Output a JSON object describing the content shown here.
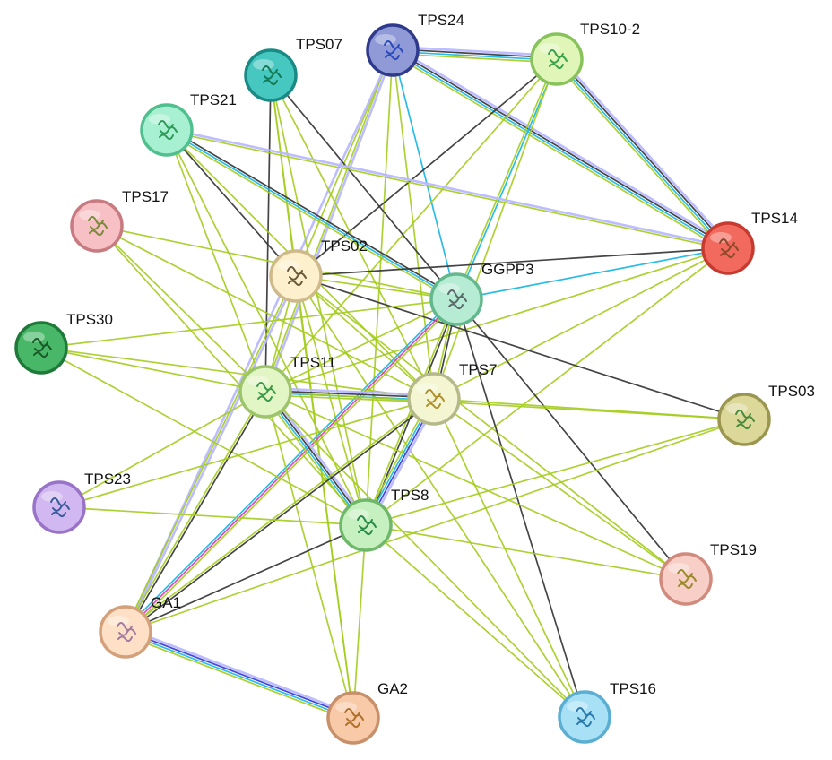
{
  "nodes": [
    {
      "id": "TPS24",
      "label": "TPS24",
      "fill": "#8f9ad6",
      "stroke": "#2f3a8c",
      "glyph": "#2a4bbf"
    },
    {
      "id": "TPS10-2",
      "label": "TPS10-2",
      "fill": "#dff6b8",
      "stroke": "#88c25a",
      "glyph": "#3aa04a"
    },
    {
      "id": "TPS07",
      "label": "TPS07",
      "fill": "#46c8c0",
      "stroke": "#1a8a84",
      "glyph": "#137a55"
    },
    {
      "id": "TPS21",
      "label": "TPS21",
      "fill": "#a8f0d2",
      "stroke": "#4fbf8e",
      "glyph": "#2f9a5a"
    },
    {
      "id": "TPS17",
      "label": "TPS17",
      "fill": "#f6c0c4",
      "stroke": "#c77a7f",
      "glyph": "#7a8a3a"
    },
    {
      "id": "TPS14",
      "label": "TPS14",
      "fill": "#f26a5e",
      "stroke": "#c73a30",
      "glyph": "#8a4a2a"
    },
    {
      "id": "TPS02",
      "label": "TPS02",
      "fill": "#fdf0cc",
      "stroke": "#cdb98a",
      "glyph": "#6a5a3a"
    },
    {
      "id": "GGPP3",
      "label": "GGPP3",
      "fill": "#b5ecd3",
      "stroke": "#63b88d",
      "glyph": "#5a6a6a"
    },
    {
      "id": "TPS30",
      "label": "TPS30",
      "fill": "#48b868",
      "stroke": "#1f7a3a",
      "glyph": "#1a5a2a"
    },
    {
      "id": "TPS11",
      "label": "TPS11",
      "fill": "#e2f5c4",
      "stroke": "#9cc46a",
      "glyph": "#3a9a4a"
    },
    {
      "id": "TPS7",
      "label": "TPS7",
      "fill": "#f4f6d2",
      "stroke": "#b4b88a",
      "glyph": "#b0902a"
    },
    {
      "id": "TPS03",
      "label": "TPS03",
      "fill": "#dcd89a",
      "stroke": "#9a9650",
      "glyph": "#4a8a3a"
    },
    {
      "id": "TPS23",
      "label": "TPS23",
      "fill": "#d2b8f0",
      "stroke": "#9a72c8",
      "glyph": "#3a5a9a"
    },
    {
      "id": "TPS8",
      "label": "TPS8",
      "fill": "#c6f0c0",
      "stroke": "#6fb86a",
      "glyph": "#2a8a4a"
    },
    {
      "id": "TPS19",
      "label": "TPS19",
      "fill": "#f8cfc6",
      "stroke": "#d08a7e",
      "glyph": "#9a8a2a"
    },
    {
      "id": "GA1",
      "label": "GA1",
      "fill": "#fde0c6",
      "stroke": "#d4a07a",
      "glyph": "#a07aa0"
    },
    {
      "id": "GA2",
      "label": "GA2",
      "fill": "#f8caa8",
      "stroke": "#c8906a",
      "glyph": "#b0702a"
    },
    {
      "id": "TPS16",
      "label": "TPS16",
      "fill": "#a8e0f6",
      "stroke": "#5aaed2",
      "glyph": "#2a7aaa"
    }
  ],
  "edge_colors": {
    "green": "#a4cc1e",
    "black": "#3b3b3b",
    "cyan": "#1fb8e6",
    "lavender": "#b8b8ff",
    "blue": "#3b3bd6",
    "magenta": "#e040b8"
  },
  "edges": [
    {
      "a": "TPS24",
      "b": "TPS14",
      "types": [
        "lavender",
        "black",
        "cyan",
        "green"
      ]
    },
    {
      "a": "TPS24",
      "b": "TPS10-2",
      "types": [
        "lavender",
        "black",
        "cyan",
        "green"
      ]
    },
    {
      "a": "TPS24",
      "b": "GGPP3",
      "types": [
        "cyan"
      ]
    },
    {
      "a": "TPS24",
      "b": "TPS11",
      "types": [
        "lavender",
        "green"
      ]
    },
    {
      "a": "TPS24",
      "b": "TPS02",
      "types": [
        "green"
      ]
    },
    {
      "a": "TPS24",
      "b": "TPS7",
      "types": [
        "green"
      ]
    },
    {
      "a": "TPS24",
      "b": "TPS8",
      "types": [
        "green"
      ]
    },
    {
      "a": "TPS24",
      "b": "GA1",
      "types": [
        "lavender"
      ]
    },
    {
      "a": "TPS10-2",
      "b": "TPS14",
      "types": [
        "lavender",
        "black",
        "cyan",
        "green"
      ]
    },
    {
      "a": "TPS10-2",
      "b": "TPS02",
      "types": [
        "black"
      ]
    },
    {
      "a": "TPS10-2",
      "b": "GGPP3",
      "types": [
        "cyan",
        "green"
      ]
    },
    {
      "a": "TPS10-2",
      "b": "TPS11",
      "types": [
        "green"
      ]
    },
    {
      "a": "TPS10-2",
      "b": "TPS7",
      "types": [
        "green"
      ]
    },
    {
      "a": "TPS07",
      "b": "TPS11",
      "types": [
        "black"
      ]
    },
    {
      "a": "TPS07",
      "b": "GGPP3",
      "types": [
        "black"
      ]
    },
    {
      "a": "TPS07",
      "b": "TPS7",
      "types": [
        "green"
      ]
    },
    {
      "a": "TPS07",
      "b": "TPS8",
      "types": [
        "green"
      ]
    },
    {
      "a": "TPS07",
      "b": "TPS02",
      "types": [
        "green"
      ]
    },
    {
      "a": "TPS07",
      "b": "GA2",
      "types": [
        "green"
      ]
    },
    {
      "a": "TPS21",
      "b": "TPS14",
      "types": [
        "lavender",
        "green"
      ]
    },
    {
      "a": "TPS21",
      "b": "GGPP3",
      "types": [
        "black",
        "cyan",
        "green"
      ]
    },
    {
      "a": "TPS21",
      "b": "TPS02",
      "types": [
        "black"
      ]
    },
    {
      "a": "TPS21",
      "b": "TPS11",
      "types": [
        "green"
      ]
    },
    {
      "a": "TPS21",
      "b": "TPS7",
      "types": [
        "green"
      ]
    },
    {
      "a": "TPS21",
      "b": "TPS8",
      "types": [
        "green"
      ]
    },
    {
      "a": "TPS17",
      "b": "TPS11",
      "types": [
        "green"
      ]
    },
    {
      "a": "TPS17",
      "b": "TPS7",
      "types": [
        "green"
      ]
    },
    {
      "a": "TPS17",
      "b": "TPS8",
      "types": [
        "green"
      ]
    },
    {
      "a": "TPS17",
      "b": "GGPP3",
      "types": [
        "green"
      ]
    },
    {
      "a": "TPS14",
      "b": "TPS02",
      "types": [
        "black"
      ]
    },
    {
      "a": "TPS14",
      "b": "GGPP3",
      "types": [
        "cyan"
      ]
    },
    {
      "a": "TPS14",
      "b": "TPS11",
      "types": [
        "green"
      ]
    },
    {
      "a": "TPS14",
      "b": "TPS7",
      "types": [
        "green"
      ]
    },
    {
      "a": "TPS14",
      "b": "TPS8",
      "types": [
        "green"
      ]
    },
    {
      "a": "TPS02",
      "b": "GGPP3",
      "types": [
        "green"
      ]
    },
    {
      "a": "TPS02",
      "b": "TPS11",
      "types": [
        "green"
      ]
    },
    {
      "a": "TPS02",
      "b": "TPS7",
      "types": [
        "green"
      ]
    },
    {
      "a": "TPS02",
      "b": "TPS8",
      "types": [
        "green"
      ]
    },
    {
      "a": "TPS02",
      "b": "TPS03",
      "types": [
        "black"
      ]
    },
    {
      "a": "TPS02",
      "b": "TPS19",
      "types": [
        "green"
      ]
    },
    {
      "a": "TPS02",
      "b": "GA1",
      "types": [
        "lavender",
        "green"
      ]
    },
    {
      "a": "TPS02",
      "b": "GA2",
      "types": [
        "green"
      ]
    },
    {
      "a": "TPS02",
      "b": "TPS16",
      "types": [
        "green"
      ]
    },
    {
      "a": "GGPP3",
      "b": "TPS11",
      "types": [
        "green"
      ]
    },
    {
      "a": "GGPP3",
      "b": "TPS7",
      "types": [
        "black",
        "green"
      ]
    },
    {
      "a": "GGPP3",
      "b": "TPS8",
      "types": [
        "black",
        "green"
      ]
    },
    {
      "a": "GGPP3",
      "b": "GA1",
      "types": [
        "green",
        "magenta",
        "cyan"
      ]
    },
    {
      "a": "GGPP3",
      "b": "TPS19",
      "types": [
        "black"
      ]
    },
    {
      "a": "GGPP3",
      "b": "TPS16",
      "types": [
        "black"
      ]
    },
    {
      "a": "GGPP3",
      "b": "TPS30",
      "types": [
        "green"
      ]
    },
    {
      "a": "TPS30",
      "b": "TPS11",
      "types": [
        "green"
      ]
    },
    {
      "a": "TPS30",
      "b": "TPS7",
      "types": [
        "green"
      ]
    },
    {
      "a": "TPS30",
      "b": "TPS8",
      "types": [
        "green"
      ]
    },
    {
      "a": "TPS11",
      "b": "TPS7",
      "types": [
        "lavender",
        "black",
        "cyan",
        "green"
      ]
    },
    {
      "a": "TPS11",
      "b": "TPS8",
      "types": [
        "lavender",
        "black",
        "cyan",
        "green"
      ]
    },
    {
      "a": "TPS11",
      "b": "GA1",
      "types": [
        "black",
        "green"
      ]
    },
    {
      "a": "TPS11",
      "b": "GA2",
      "types": [
        "green"
      ]
    },
    {
      "a": "TPS11",
      "b": "TPS03",
      "types": [
        "green"
      ]
    },
    {
      "a": "TPS11",
      "b": "TPS19",
      "types": [
        "green"
      ]
    },
    {
      "a": "TPS11",
      "b": "TPS16",
      "types": [
        "green"
      ]
    },
    {
      "a": "TPS7",
      "b": "TPS8",
      "types": [
        "lavender",
        "blue",
        "cyan",
        "green"
      ]
    },
    {
      "a": "TPS7",
      "b": "TPS03",
      "types": [
        "green"
      ]
    },
    {
      "a": "TPS7",
      "b": "GA1",
      "types": [
        "black",
        "green"
      ]
    },
    {
      "a": "TPS7",
      "b": "TPS23",
      "types": [
        "green"
      ]
    },
    {
      "a": "TPS7",
      "b": "TPS19",
      "types": [
        "green"
      ]
    },
    {
      "a": "TPS7",
      "b": "TPS16",
      "types": [
        "green"
      ]
    },
    {
      "a": "TPS8",
      "b": "TPS23",
      "types": [
        "green"
      ]
    },
    {
      "a": "TPS8",
      "b": "GA1",
      "types": [
        "black"
      ]
    },
    {
      "a": "TPS8",
      "b": "GA2",
      "types": [
        "green"
      ]
    },
    {
      "a": "TPS8",
      "b": "TPS19",
      "types": [
        "green"
      ]
    },
    {
      "a": "TPS8",
      "b": "TPS16",
      "types": [
        "green"
      ]
    },
    {
      "a": "TPS8",
      "b": "TPS03",
      "types": [
        "green"
      ]
    },
    {
      "a": "TPS23",
      "b": "TPS11",
      "types": [
        "green"
      ]
    },
    {
      "a": "GA1",
      "b": "GA2",
      "types": [
        "lavender",
        "blue",
        "cyan",
        "green"
      ]
    },
    {
      "a": "GA1",
      "b": "TPS03",
      "types": [
        "green"
      ]
    }
  ]
}
